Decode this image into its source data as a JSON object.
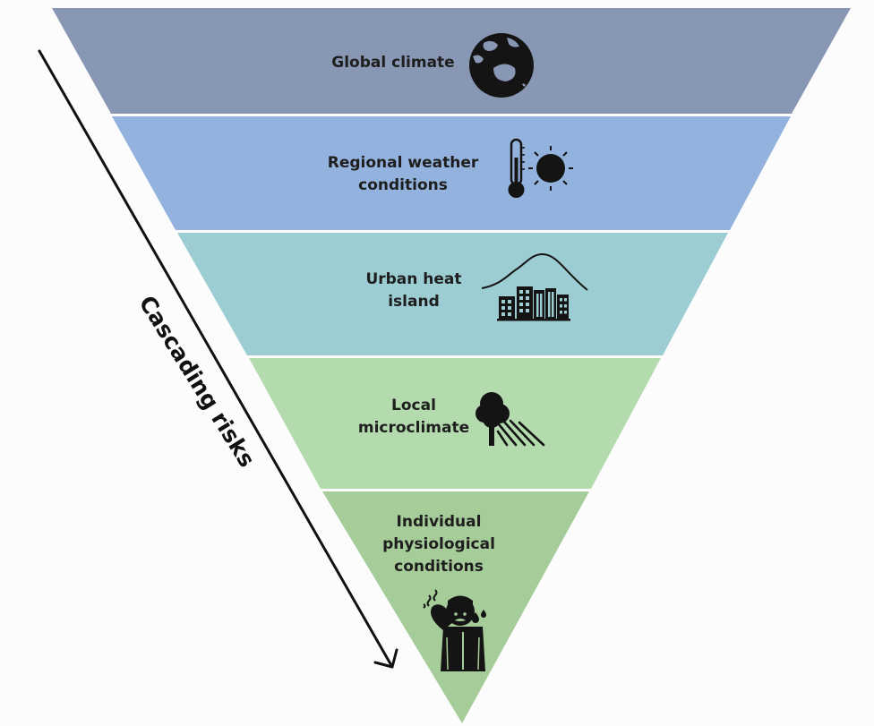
{
  "arrow_label": "Cascading risks",
  "colors": {
    "tier1": "#8897b4",
    "tier2": "#93b2dd",
    "tier3": "#9ccdd3",
    "tier4": "#b3dbad",
    "tier5": "#a6cc99",
    "icon": "#141414",
    "divider": "#ffffff"
  },
  "tiers": [
    {
      "lines": [
        "Global climate"
      ],
      "icon": "globe-icon"
    },
    {
      "lines": [
        "Regional weather",
        "conditions"
      ],
      "icon": "thermometer-sun-icon"
    },
    {
      "lines": [
        "Urban heat",
        "island"
      ],
      "icon": "city-heat-curve-icon"
    },
    {
      "lines": [
        "Local",
        "microclimate"
      ],
      "icon": "tree-shade-icon"
    },
    {
      "lines": [
        "Individual",
        "physiological",
        "conditions"
      ],
      "icon": "heat-stressed-person-icon"
    }
  ]
}
